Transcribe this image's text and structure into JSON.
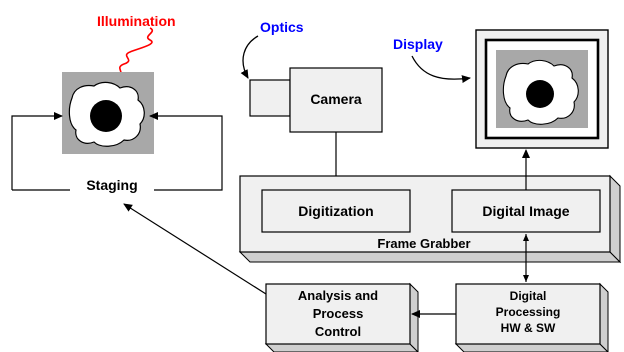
{
  "labels": {
    "illumination": "Illumination",
    "optics": "Optics",
    "display": "Display",
    "camera": "Camera",
    "staging": "Staging",
    "digitization": "Digitization",
    "digital_image": "Digital Image",
    "frame_grabber": "Frame Grabber",
    "analysis": [
      "Analysis and",
      "Process",
      "Control"
    ],
    "processing": [
      "Digital",
      "Processing",
      "HW & SW"
    ]
  },
  "colors": {
    "illumination": "#ff0000",
    "optics": "#0000ff",
    "display": "#0000ff",
    "box_fill": "#f0f0f0",
    "shade_gray": "#a8a8a8",
    "ink": "#000000"
  }
}
